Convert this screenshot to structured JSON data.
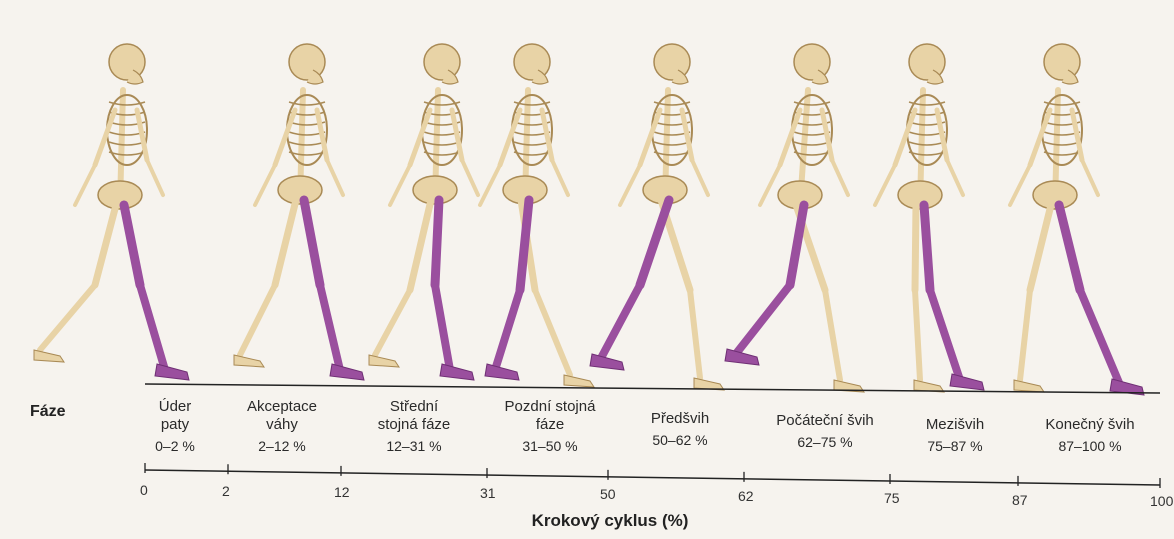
{
  "row_label": "Fáze",
  "axis_title": "Krokový cyklus (%)",
  "ticks": [
    "0",
    "2",
    "12",
    "31",
    "50",
    "62",
    "75",
    "87",
    "100"
  ],
  "phases": [
    {
      "name": "Úder\npaty",
      "range": "0–2 %"
    },
    {
      "name": "Akceptace\nváhy",
      "range": "2–12 %"
    },
    {
      "name": "Střední\nstojná fáze",
      "range": "12–31 %"
    },
    {
      "name": "Pozdní stojná\nfáze",
      "range": "31–50 %"
    },
    {
      "name": "Předšvih",
      "range": "50–62 %"
    },
    {
      "name": "Počáteční švih",
      "range": "62–75 %"
    },
    {
      "name": "Mezišvih",
      "range": "75–87 %"
    },
    {
      "name": "Konečný švih",
      "range": "87–100 %"
    }
  ],
  "colors": {
    "bone": "#e8d3a6",
    "bone_stroke": "#a98a55",
    "highlight_leg": "#9a4f9e",
    "axis": "#222222"
  }
}
